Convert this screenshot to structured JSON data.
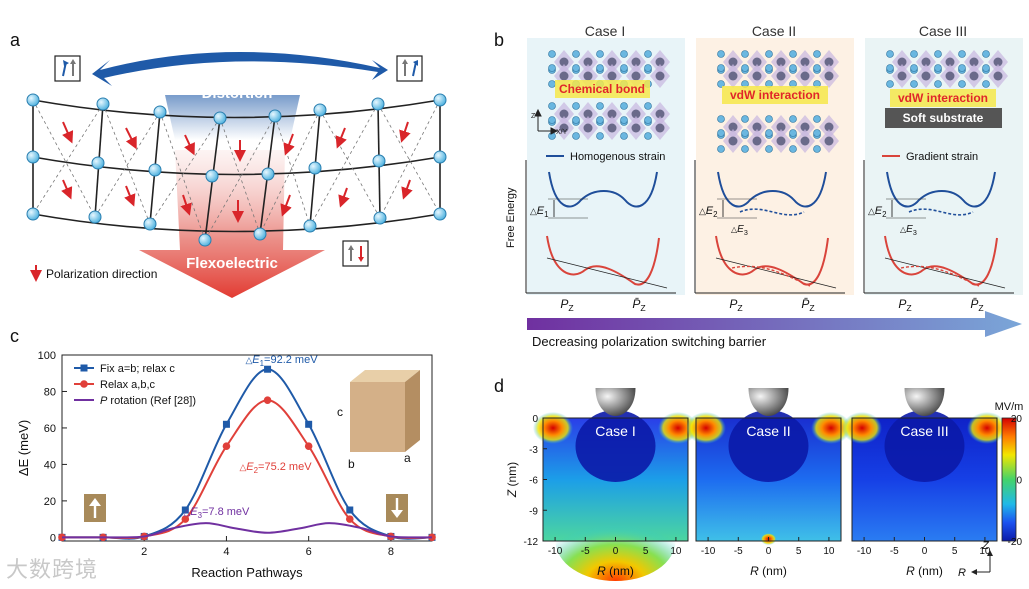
{
  "panel_letters": {
    "a": "a",
    "b": "b",
    "c": "c",
    "d": "d"
  },
  "panel_a": {
    "distortion_label": "Distortion",
    "flexoelectric_label": "Flexoelectric",
    "legend_label": "Polarization direction"
  },
  "panel_b": {
    "cases": [
      "Case I",
      "Case II",
      "Case III"
    ],
    "bond_labels": [
      "Chemical bond",
      "vdW interaction",
      "vdW interaction"
    ],
    "substrate_label": "Soft substrate",
    "homogeneous_legend": "Homogenous strain",
    "gradient_legend": "Gradient strain",
    "y_axis_label": "Free Energy",
    "x_ticks": [
      "P",
      "P̄"
    ],
    "x_tick_sub": "Z",
    "delta_e": [
      "E",
      "E",
      "E",
      "E",
      "E"
    ],
    "delta_e_sub": [
      "1",
      "2",
      "3",
      "2",
      "3"
    ],
    "axis_z": "Z",
    "axis_xy": "X/Y",
    "arrow_caption": "Decreasing polarization switching barrier",
    "colors": {
      "case1_bg": "#e8f4f8",
      "case2_bg": "#fdf1e4",
      "case3_bg": "#eaf4f5",
      "homogeneous": "#1f4e9a",
      "gradient": "#d9443b"
    }
  },
  "chart_data": [
    {
      "type": "line",
      "panel": "c",
      "xlabel": "Reaction Pathways",
      "ylabel": "ΔE (meV)",
      "xlim": [
        0,
        9
      ],
      "ylim": [
        -2,
        100
      ],
      "x_ticks": [
        2,
        4,
        6,
        8
      ],
      "y_ticks": [
        0,
        20,
        40,
        60,
        80,
        100
      ],
      "legend_position": "top-left",
      "series": [
        {
          "name": "Fix a=b; relax c",
          "color": "#1f5aa8",
          "marker": "square",
          "x": [
            0,
            1,
            2,
            3,
            4,
            5,
            6,
            7,
            8,
            9
          ],
          "y": [
            0,
            0,
            0.5,
            15,
            62,
            92.2,
            62,
            15,
            0.5,
            0
          ]
        },
        {
          "name": "Relax a,b,c",
          "color": "#e0403a",
          "marker": "circle",
          "x": [
            0,
            1,
            2,
            3,
            4,
            5,
            6,
            7,
            8,
            9
          ],
          "y": [
            0,
            0,
            0.5,
            10,
            50,
            75.2,
            50,
            10,
            0.5,
            0
          ]
        },
        {
          "name": "P rotation (Ref [28])",
          "color": "#7030a0",
          "marker": "none",
          "x": [
            0,
            1,
            2,
            2.7,
            3.5,
            4.2,
            5,
            5.8,
            6.5,
            7.3,
            8,
            9
          ],
          "y": [
            0,
            0,
            0.5,
            5,
            7.8,
            5,
            2.5,
            5,
            7.8,
            5,
            0.5,
            0
          ]
        }
      ],
      "annotations": [
        {
          "symbol": "E",
          "sub": "1",
          "text": "=92.2 meV",
          "color": "#1f5aa8"
        },
        {
          "symbol": "E",
          "sub": "2",
          "text": "=75.2 meV",
          "color": "#e0403a"
        },
        {
          "symbol": "E",
          "sub": "3",
          "text": "=7.8 meV",
          "color": "#7030a0"
        }
      ],
      "cube_labels": [
        "c",
        "b",
        "a"
      ]
    },
    {
      "type": "heatmap",
      "panel": "d",
      "titles": [
        "Case I",
        "Case II",
        "Case III"
      ],
      "xlabel": "R (nm)",
      "ylabel": "Z (nm)",
      "x_ticks": [
        -10,
        -5,
        0,
        5,
        10
      ],
      "y_ticks": [
        0,
        -3,
        -6,
        -9,
        -12
      ],
      "xlim": [
        -12,
        12
      ],
      "ylim": [
        -12,
        0
      ],
      "colorbar": {
        "label": "MV/m",
        "ticks": [
          20,
          0,
          -20
        ],
        "range": [
          -20,
          20
        ]
      },
      "corner_axis": [
        "Z",
        "R"
      ]
    }
  ],
  "watermark": "大数跨境"
}
